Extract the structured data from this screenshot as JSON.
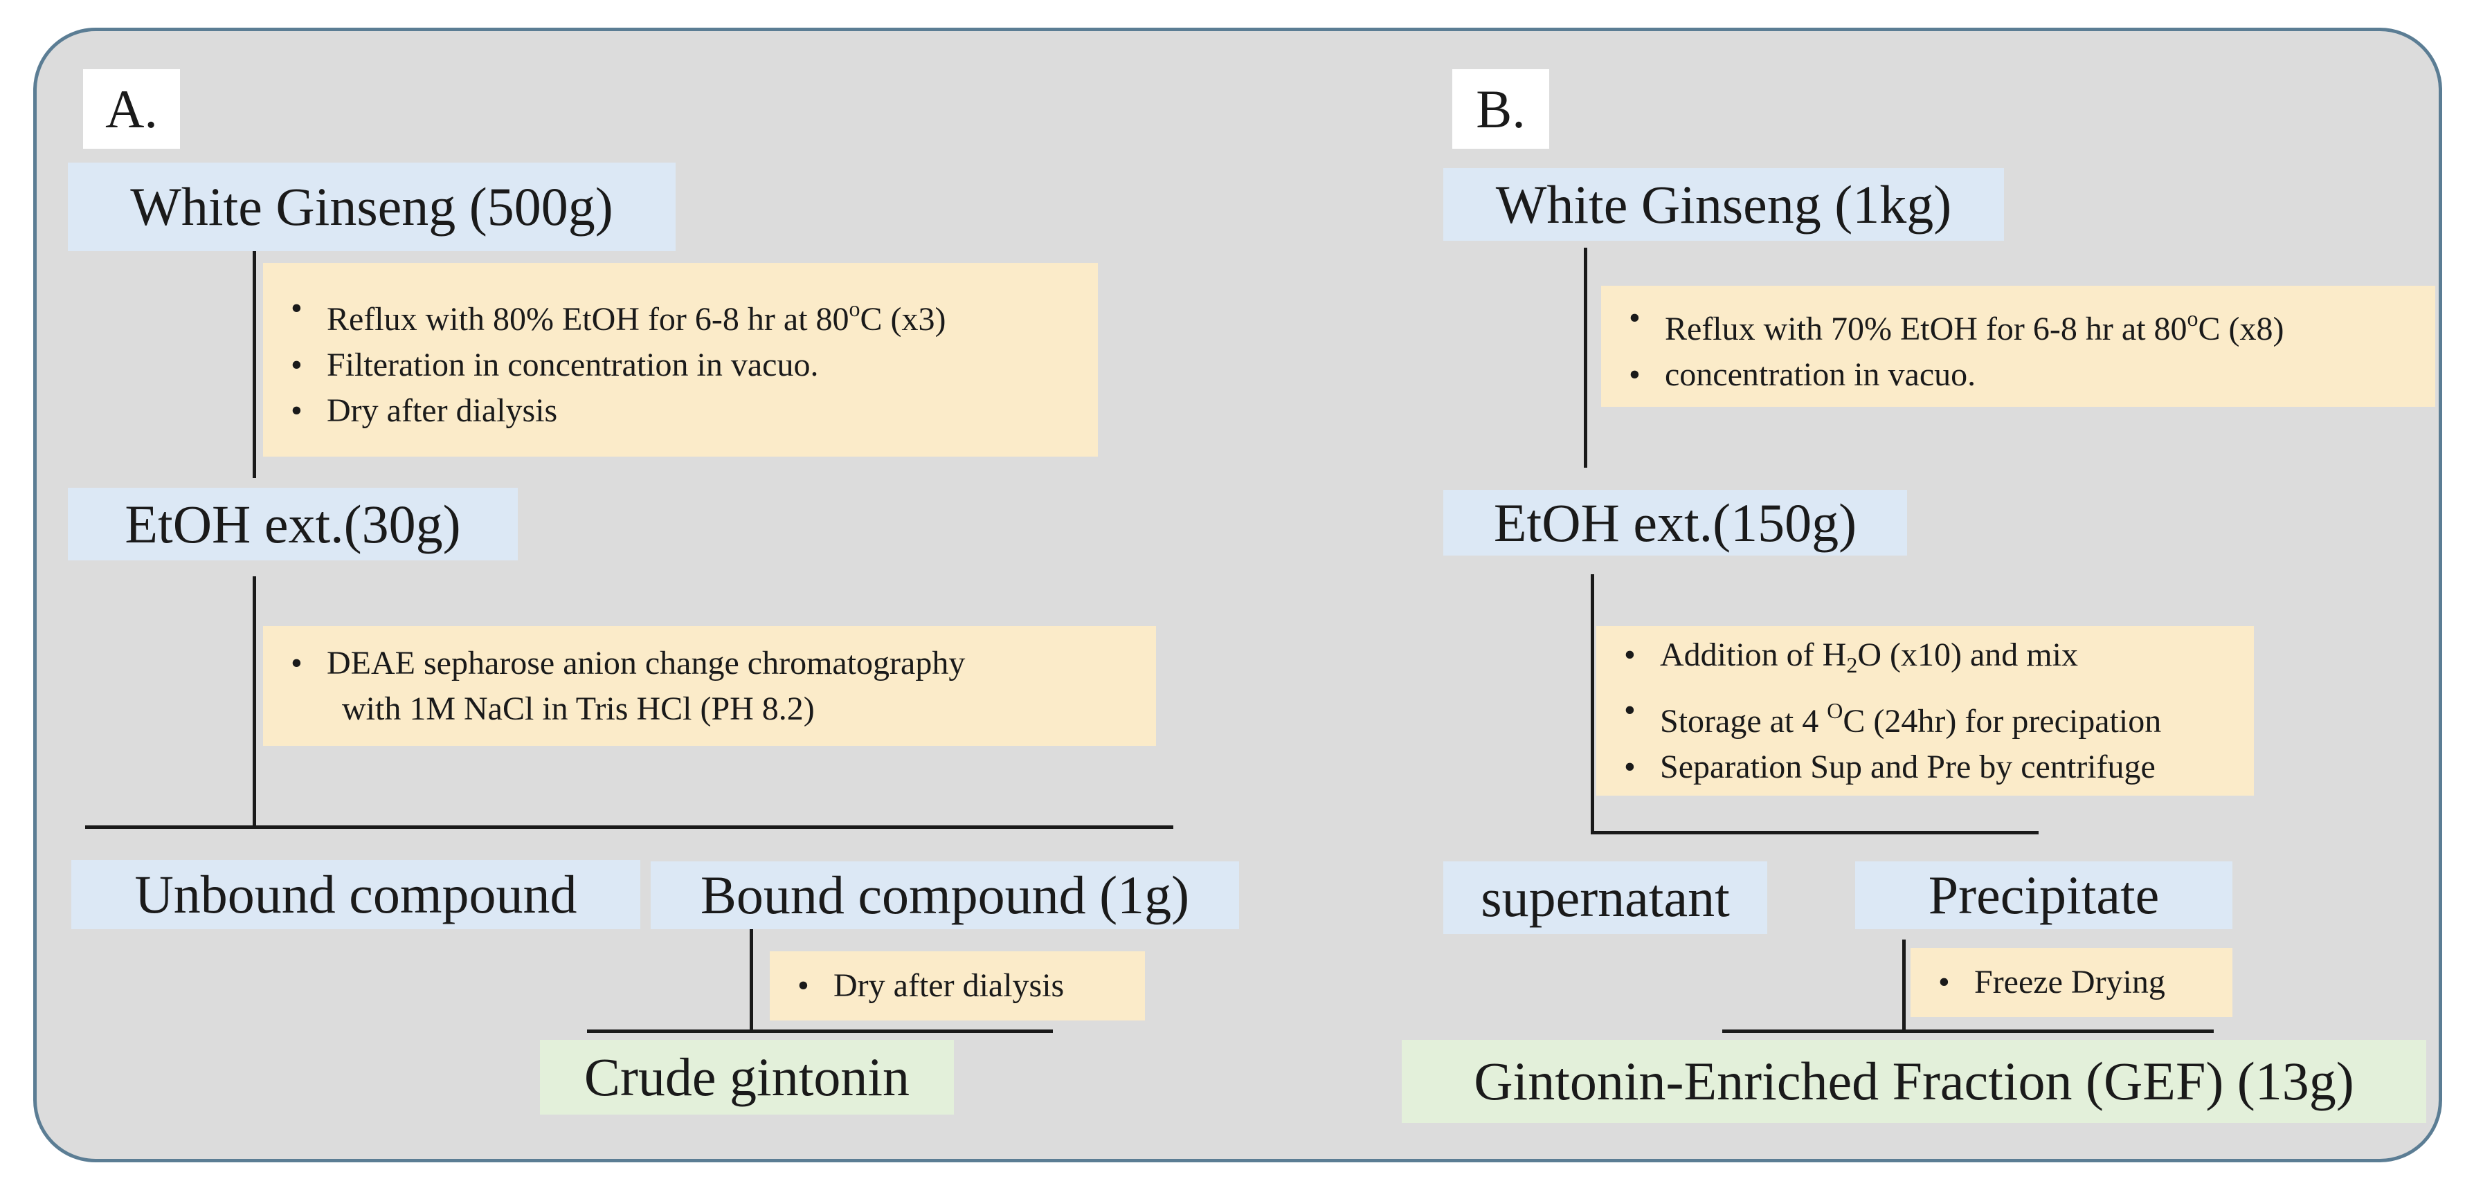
{
  "panel_a": {
    "label": "A.",
    "start": "White Ginseng (500g)",
    "step1": {
      "b1_pre": "Reflux with 80% EtOH for 6-8 hr at 80",
      "b1_sup": "o",
      "b1_post": "C (x3)",
      "b2": "Filteration in concentration in vacuo.",
      "b3": "Dry after dialysis"
    },
    "extract": "EtOH ext.(30g)",
    "step2": {
      "b1": "DEAE sepharose anion change chromatography",
      "b1_cont": "with 1M NaCl in Tris HCl (PH 8.2)"
    },
    "unbound": "Unbound compound",
    "bound": "Bound compound (1g)",
    "step3": {
      "b1": "Dry after dialysis"
    },
    "result": "Crude gintonin"
  },
  "panel_b": {
    "label": "B.",
    "start": "White Ginseng (1kg)",
    "step1": {
      "b1_pre": "Reflux with 70% EtOH for 6-8 hr at 80",
      "b1_sup": "o",
      "b1_post": "C (x8)",
      "b2": "concentration in vacuo."
    },
    "extract": "EtOH ext.(150g)",
    "step2": {
      "b1_pre": "Addition of H",
      "b1_sub": "2",
      "b1_post": "O (x10) and mix",
      "b2_pre": "Storage at 4 ",
      "b2_sup": "O",
      "b2_post": "C (24hr) for precipation",
      "b3": "Separation Sup and Pre by centrifuge"
    },
    "supernatant": "supernatant",
    "precipitate": "Precipitate",
    "step3": {
      "b1": "Freeze Drying"
    },
    "result": "Gintonin-Enriched Fraction (GEF) (13g)"
  }
}
